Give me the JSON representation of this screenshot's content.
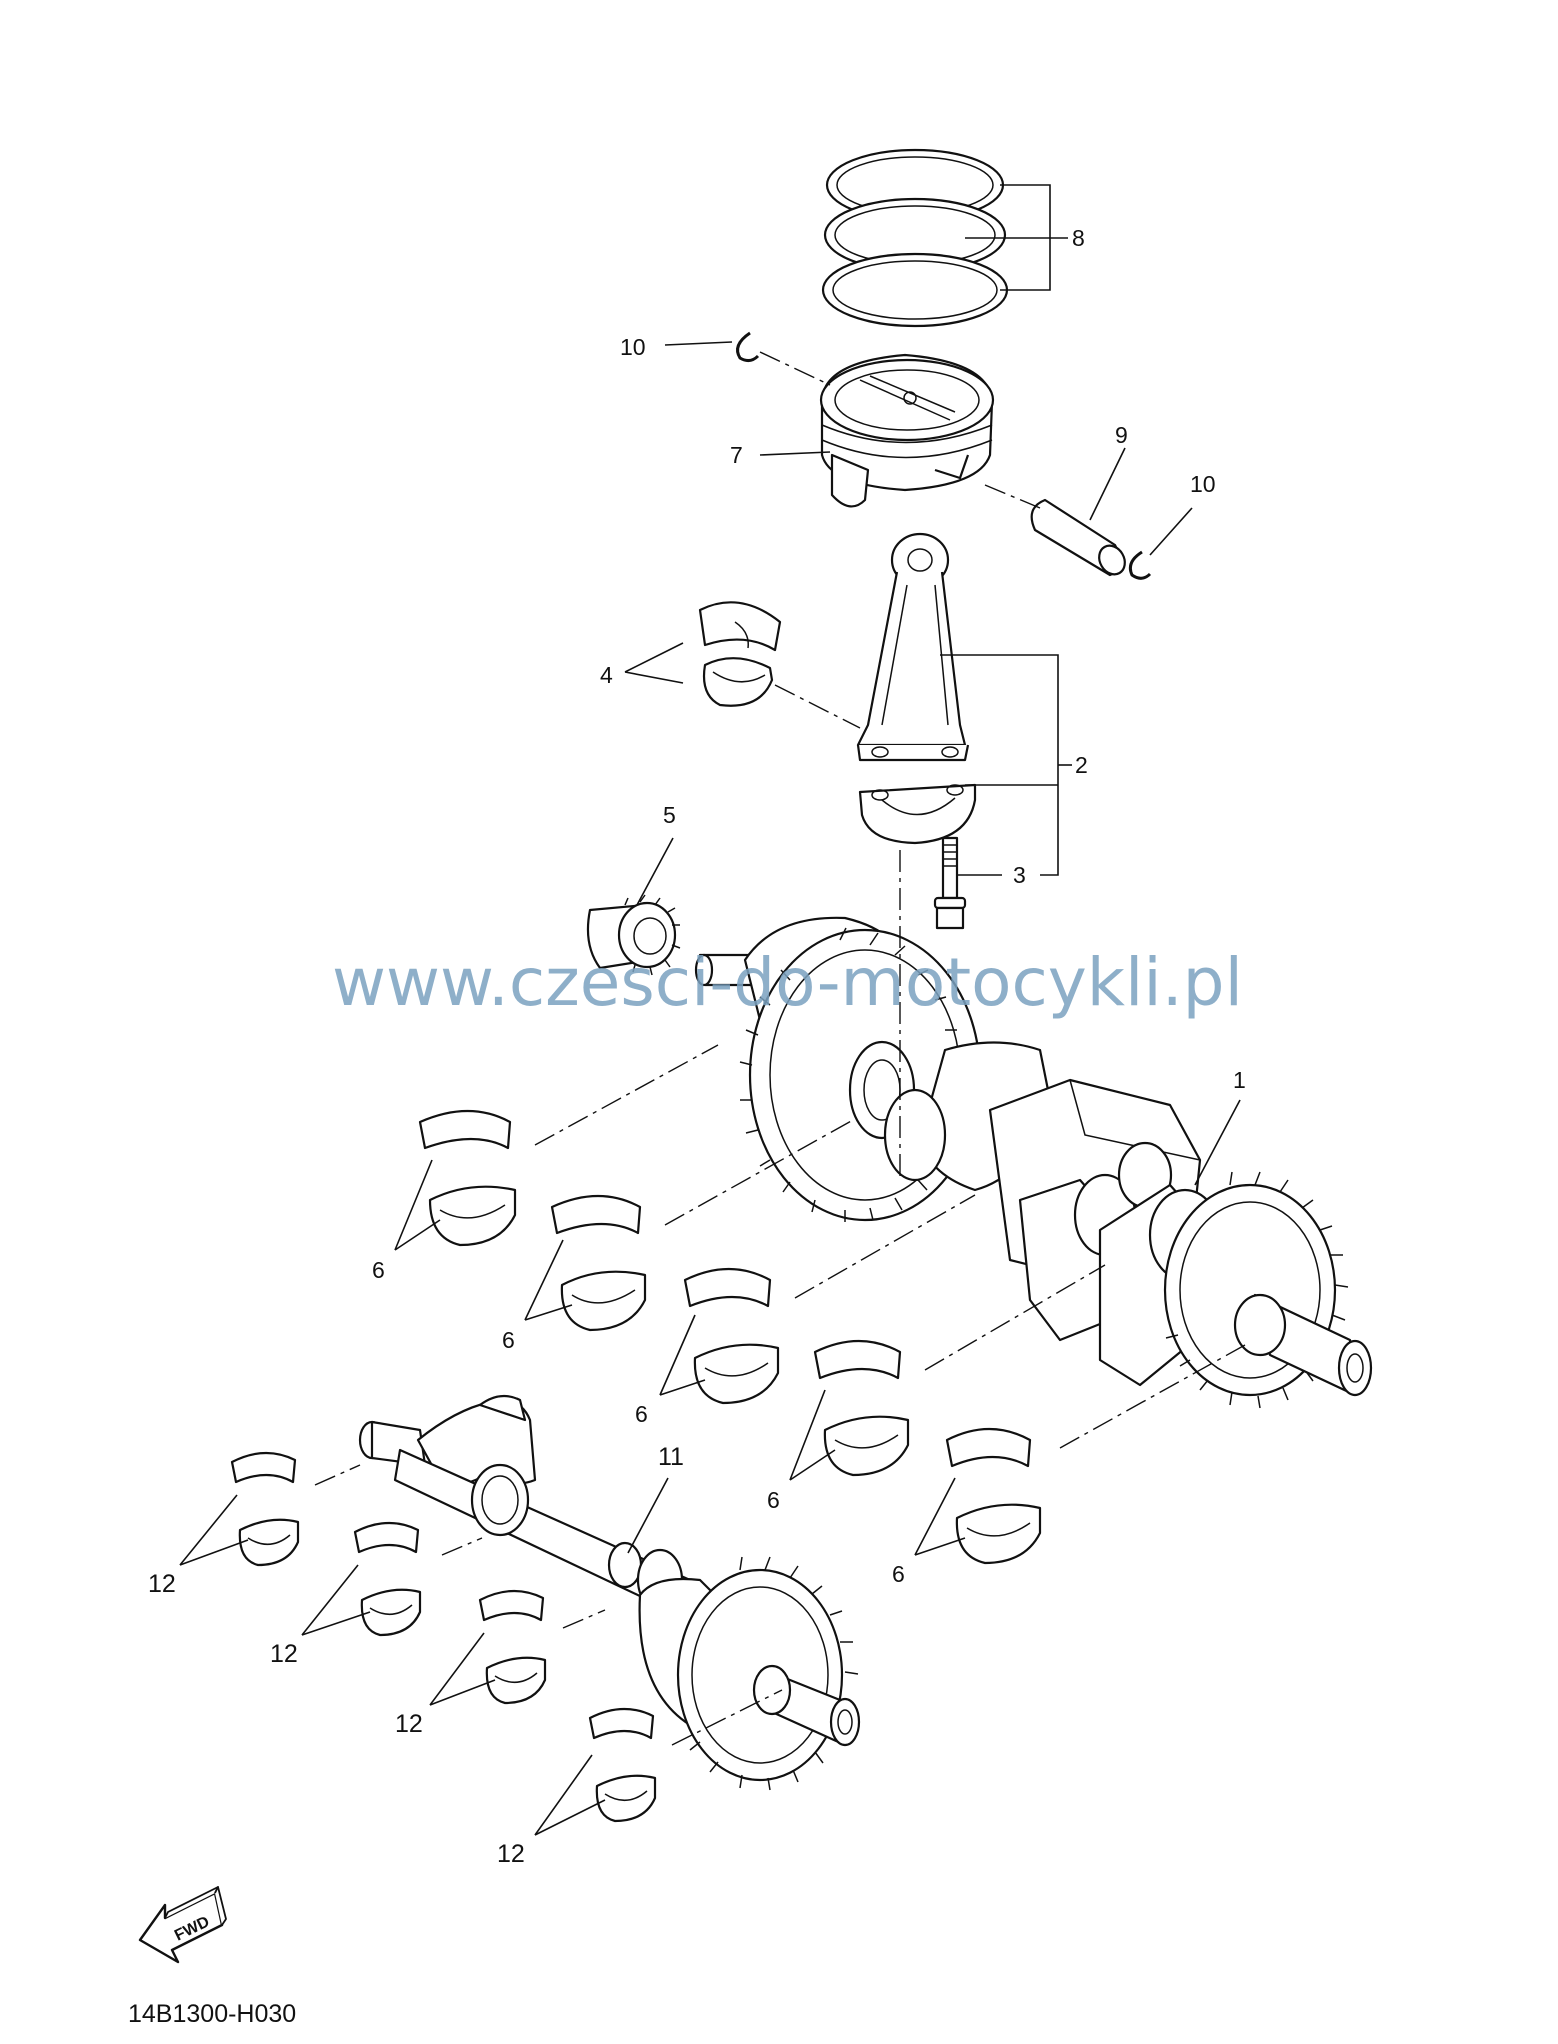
{
  "callouts": {
    "c1": "1",
    "c2": "2",
    "c3": "3",
    "c4": "4",
    "c5": "5",
    "c6": "6",
    "c7": "7",
    "c8": "8",
    "c9": "9",
    "c10": "10",
    "c11": "11",
    "c12": "12"
  },
  "watermark": "www.czesci-do-motocykli.pl",
  "fwd_label": "FWD",
  "reference_code": "14B1300-H030"
}
